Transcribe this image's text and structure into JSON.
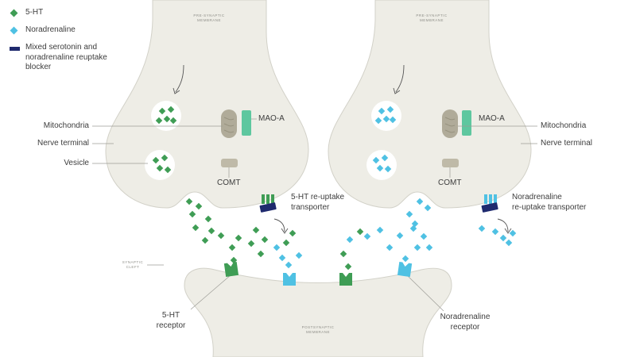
{
  "legend": {
    "serotonin": "5-HT",
    "noradrenaline": "Noradrenaline",
    "blocker": "Mixed serotonin and noradrenaline reuptake blocker"
  },
  "colors": {
    "serotonin": "#3f9d55",
    "noradrenaline": "#4fc1e3",
    "blocker": "#1f2a6e",
    "mao": "#5ec79f",
    "mitochondria": "#b0ab99",
    "comt": "#bfbaa8",
    "membrane": "#eeede6",
    "membrane_edge": "#d2d1c8"
  },
  "left_neuron": {
    "membrane_label": "PRE-SYNAPTIC\nMEMBRANE",
    "mitochondria": "Mitochondria",
    "nerve_terminal": "Nerve terminal",
    "vesicle": "Vesicle",
    "mao": "MAO-A",
    "comt": "COMT",
    "transporter": "5-HT re-uptake\ntransporter"
  },
  "right_neuron": {
    "membrane_label": "PRE-SYNAPTIC\nMEMBRANE",
    "mao": "MAO-A",
    "comt": "COMT",
    "mitochondria": "Mitochondria",
    "nerve_terminal": "Nerve terminal",
    "transporter": "Noradrenaline\nre-uptake transporter"
  },
  "cleft": {
    "label": "SYNAPTIC\nCLEFT"
  },
  "postsynaptic": {
    "membrane_label": "POSTSYNAPTIC\nMEMBRANE",
    "receptor_5ht": "5-HT\nreceptor",
    "receptor_na": "Noradrenaline\nreceptor"
  }
}
